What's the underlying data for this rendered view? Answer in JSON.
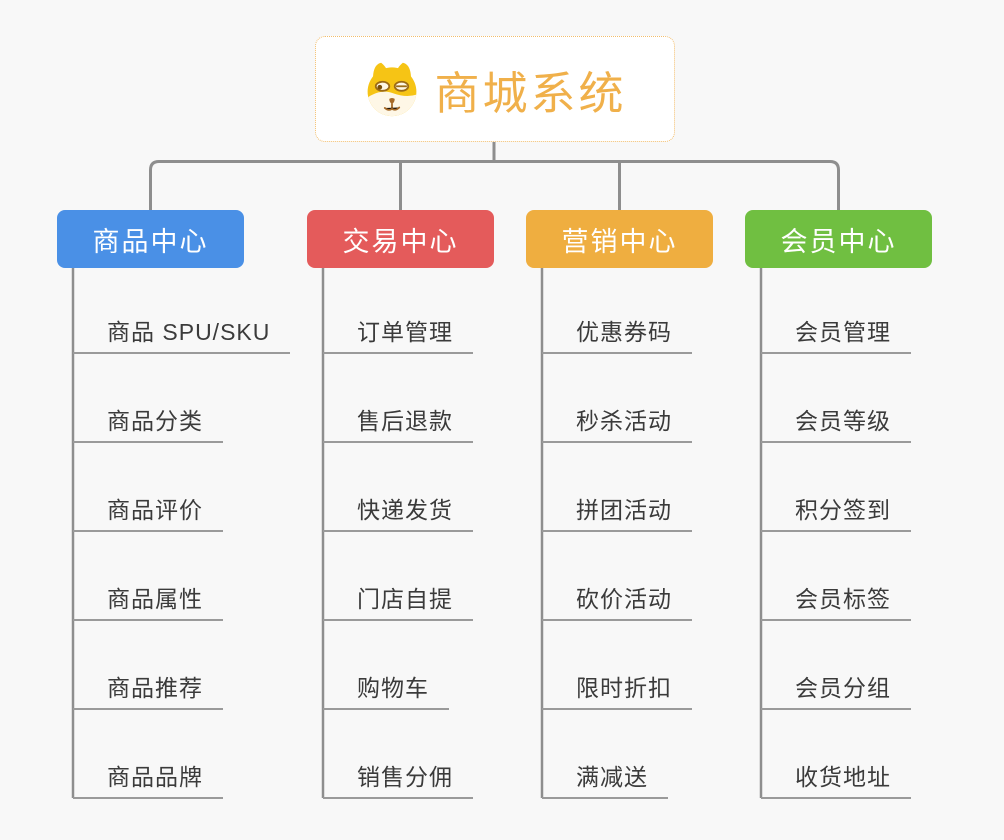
{
  "canvas": {
    "background": "#F8F8F8",
    "connector_color": "#8E8E8E",
    "underline_color": "#9A9A9A",
    "leaf_text_color": "#3B3B3B"
  },
  "root": {
    "title": "商城系统",
    "icon": "shiba-dog-icon",
    "text_color": "#F0B04A",
    "border_color": "#F2BE6E",
    "background": "#FFFFFF"
  },
  "branches": [
    {
      "label": "商品中心",
      "color": "#4A90E6",
      "children": [
        "商品 SPU/SKU",
        "商品分类",
        "商品评价",
        "商品属性",
        "商品推荐",
        "商品品牌"
      ]
    },
    {
      "label": "交易中心",
      "color": "#E45B5B",
      "children": [
        "订单管理",
        "售后退款",
        "快递发货",
        "门店自提",
        "购物车",
        "销售分佣"
      ]
    },
    {
      "label": "营销中心",
      "color": "#EFAE40",
      "children": [
        "优惠券码",
        "秒杀活动",
        "拼团活动",
        "砍价活动",
        "限时折扣",
        "满减送"
      ]
    },
    {
      "label": "会员中心",
      "color": "#70BF41",
      "children": [
        "会员管理",
        "会员等级",
        "积分签到",
        "会员标签",
        "会员分组",
        "收货地址"
      ]
    }
  ]
}
